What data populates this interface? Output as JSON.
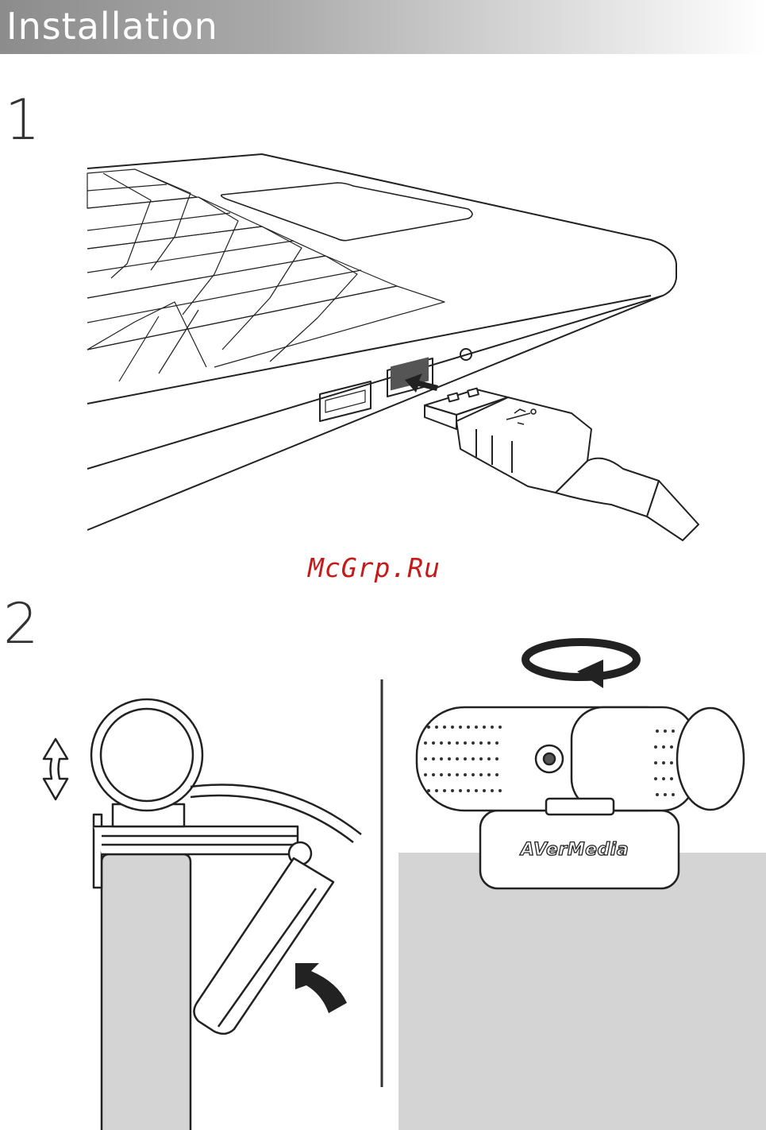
{
  "header": {
    "title": "Installation"
  },
  "steps": [
    {
      "number": "1",
      "illustration": "laptop-usb-plug"
    },
    {
      "number": "2",
      "illustration": "webcam-mounting"
    }
  ],
  "watermark": {
    "text": "McGrp.Ru"
  },
  "webcam": {
    "brand_logo": "AVerMedia"
  },
  "colors": {
    "header_gradient_start": "#8c8c8c",
    "watermark": "#c41a1a",
    "desk_gray": "#d4d4d4"
  },
  "icons": [
    "usb-icon",
    "tilt-arrow-icon",
    "rotate-arrow-icon",
    "fold-arrow-icon",
    "insert-arrow-icon"
  ]
}
